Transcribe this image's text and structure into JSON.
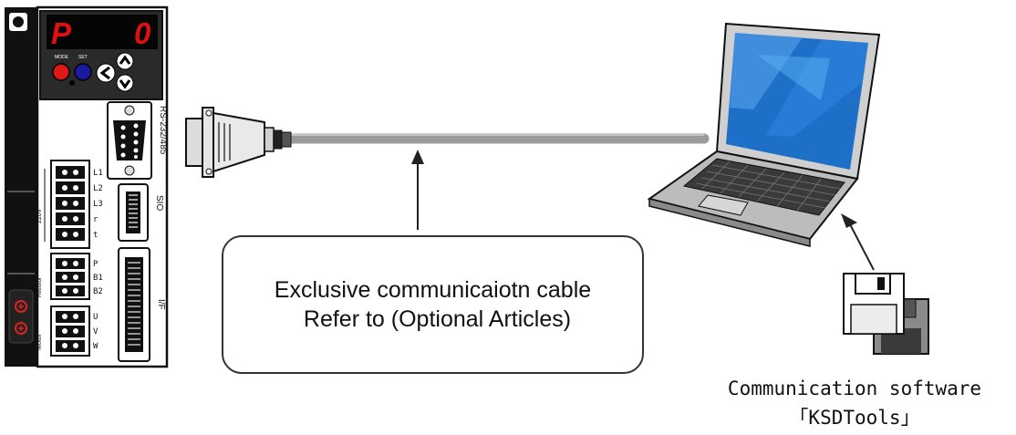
{
  "drive": {
    "display_left": "P",
    "display_right": "0",
    "button_mode_label": "MODE",
    "button_set_label": "SET",
    "port_rs_label": "RS-232/485",
    "port_sio_label": "SIO",
    "port_if_label": "I/F",
    "power_terminals": [
      "L1",
      "L2",
      "L3",
      "r",
      "t"
    ],
    "power_group_label": "220V",
    "regen_terminals": [
      "P",
      "B1",
      "B2"
    ],
    "regen_group_label": "Resistor",
    "motor_terminals": [
      "U",
      "V",
      "W"
    ],
    "motor_group_label": "Motor"
  },
  "callout": {
    "line1": "Exclusive communicaiotn cable",
    "line2": "Refer to (Optional Articles)"
  },
  "software": {
    "caption_line1": "Communication software",
    "caption_line2": "「KSDTools」"
  },
  "colors": {
    "cable": "#9b9b9b",
    "led": "#e01010",
    "laptop_screen": "#1e6fc8"
  }
}
